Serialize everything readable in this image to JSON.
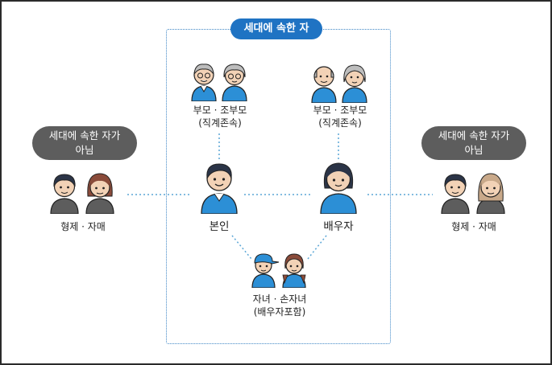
{
  "household": {
    "title": "세대에 속한 자",
    "grandparents_left": {
      "label": "부모 · 조부모",
      "sub": "(직계존속)"
    },
    "grandparents_right": {
      "label": "부모 · 조부모",
      "sub": "(직계존속)"
    },
    "self": {
      "label": "본인"
    },
    "spouse": {
      "label": "배우자"
    },
    "children": {
      "label": "자녀 · 손자녀",
      "sub": "(배우자포함)"
    }
  },
  "non_household_left": {
    "badge_line1": "세대에 속한 자가",
    "badge_line2": "아님",
    "label": "형제 · 자매"
  },
  "non_household_right": {
    "badge_line1": "세대에 속한 자가",
    "badge_line2": "아님",
    "label": "형제 · 자매"
  },
  "colors": {
    "accent": "#1f73c3",
    "badge": "#5d5d5d",
    "shirt": "#2c8fd6",
    "connector": "#5aa6d6"
  }
}
